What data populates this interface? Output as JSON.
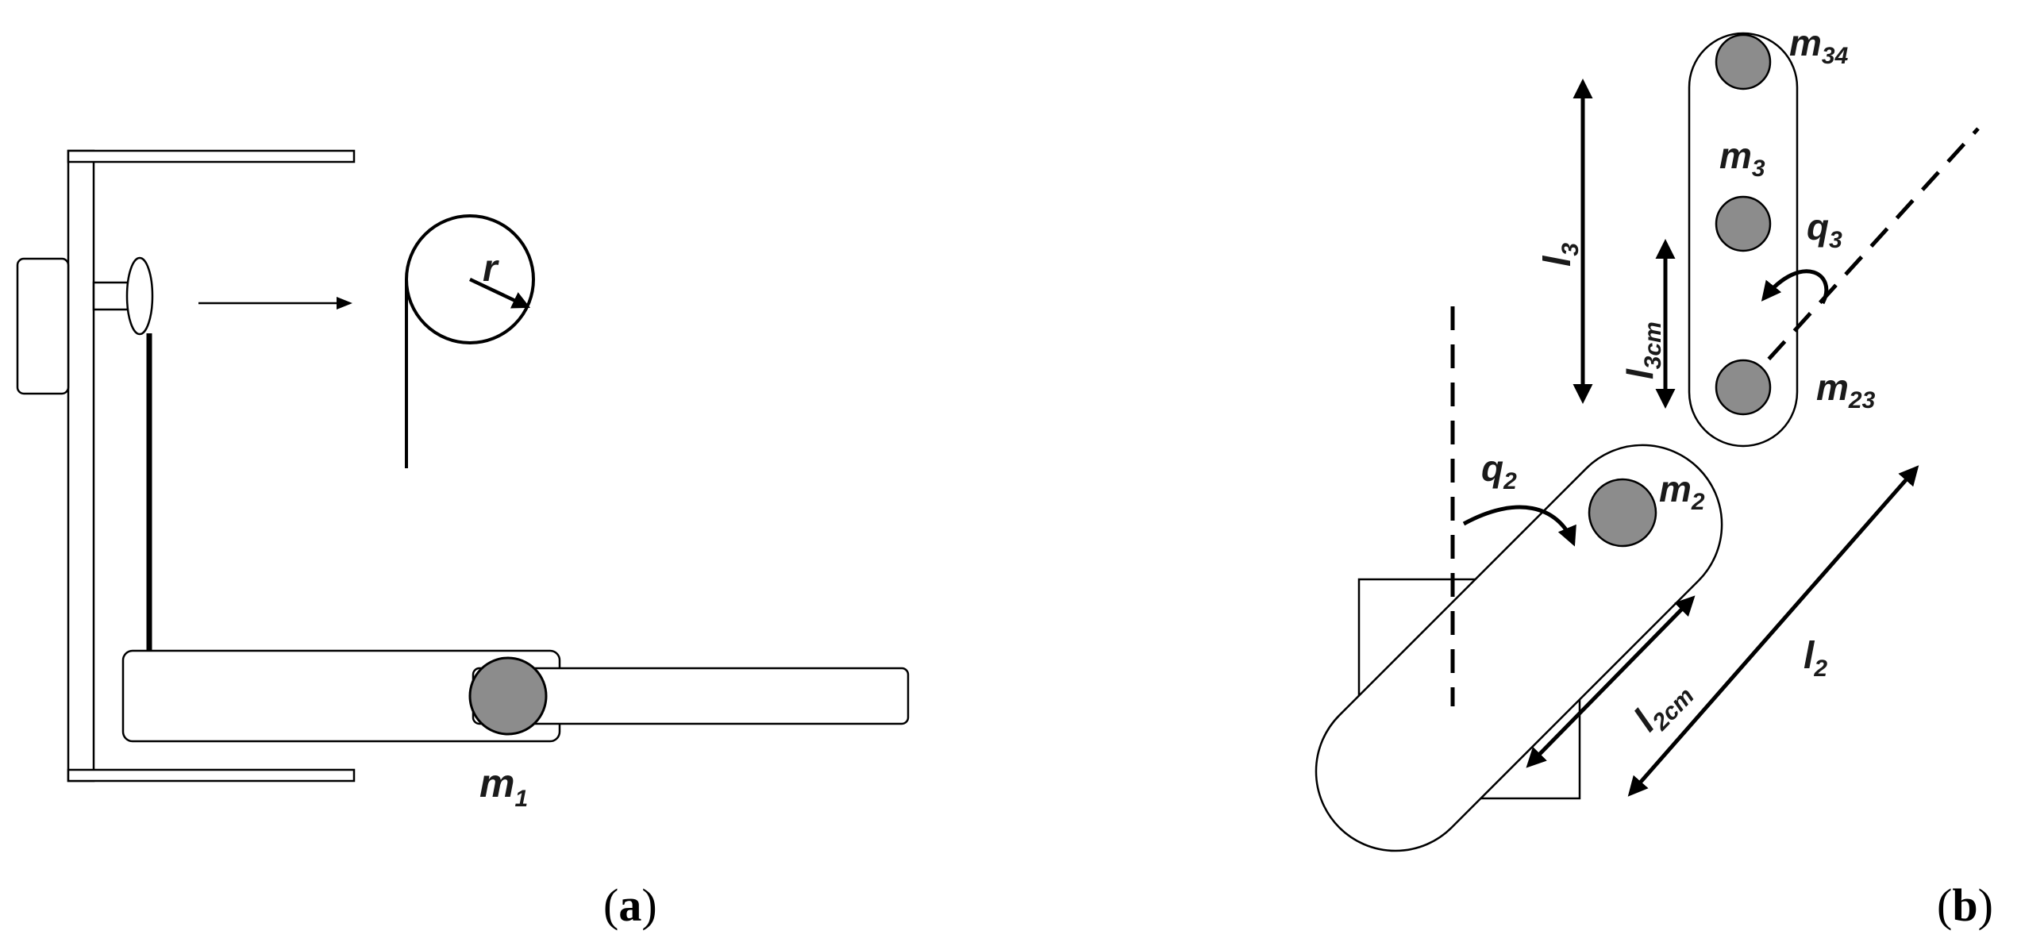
{
  "diagram_a": {
    "pulley_radius_label": "r",
    "mass1": {
      "base": "m",
      "sub": "1"
    },
    "caption": {
      "open": "(",
      "letter": "a",
      "close": ")"
    }
  },
  "diagram_b": {
    "mass34": {
      "base": "m",
      "sub": "34"
    },
    "mass3": {
      "base": "m",
      "sub": "3"
    },
    "mass23": {
      "base": "m",
      "sub": "23"
    },
    "mass2": {
      "base": "m",
      "sub": "2"
    },
    "angle_q3": {
      "base": "q",
      "sub": "3"
    },
    "angle_q2": {
      "base": "q",
      "sub": "2"
    },
    "length_l3": {
      "base": "l",
      "sub": "3"
    },
    "length_l3cm": {
      "base": "l",
      "sub": "3cm"
    },
    "length_l2": {
      "base": "l",
      "sub": "2"
    },
    "length_l2cm": {
      "base": "l",
      "sub": "2cm"
    },
    "caption": {
      "open": "(",
      "letter": "b",
      "close": ")"
    }
  },
  "colors": {
    "stroke": "#000000",
    "mass_fill": "#8c8c8c",
    "background": "#ffffff"
  }
}
